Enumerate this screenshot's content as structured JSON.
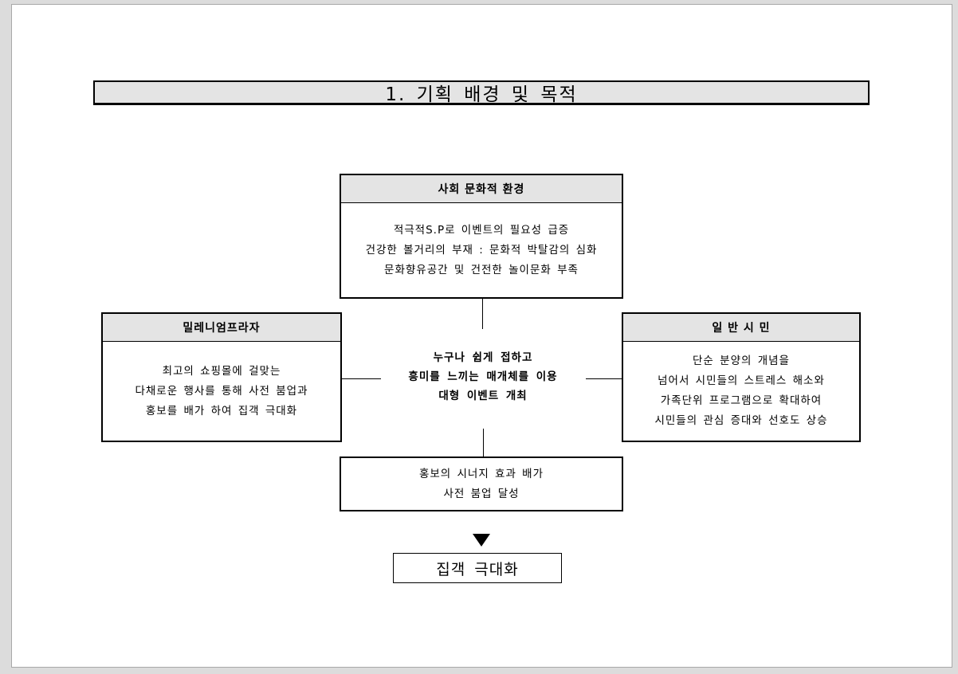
{
  "title": "1. 기획 배경 및 목적",
  "boxes": {
    "top": {
      "header": "사회 문화적 환경",
      "lines": [
        "적극적S.P로 이벤트의 필요성 급증",
        "건강한 볼거리의 부재 : 문화적 박탈감의 심화",
        "문화향유공간 및 건전한 놀이문화 부족"
      ]
    },
    "left": {
      "header": "밀레니엄프라자",
      "lines": [
        "최고의 쇼핑몰에 걸맞는",
        "다채로운 행사를 통해 사전 붐업과",
        "홍보를 배가 하여 집객 극대화"
      ]
    },
    "right": {
      "header": "일 반 시 민",
      "lines": [
        "단순 분양의 개념을",
        "넘어서 시민들의 스트레스 해소와",
        "가족단위 프로그램으로 확대하여",
        "시민들의 관심 증대와 선호도 상승"
      ]
    },
    "center": {
      "lines": [
        "누구나 쉽게 접하고",
        "흥미를 느끼는 매개체를 이용",
        "대형 이벤트 개최"
      ]
    },
    "bottom": {
      "lines": [
        "홍보의 시너지 효과 배가",
        "사전 붐업 달성"
      ]
    }
  },
  "result": "집객 극대화",
  "colors": {
    "header_fill": "#e4e4e4",
    "border": "#000000",
    "page_bg": "#ffffff",
    "canvas_bg": "#dcdcdc"
  }
}
